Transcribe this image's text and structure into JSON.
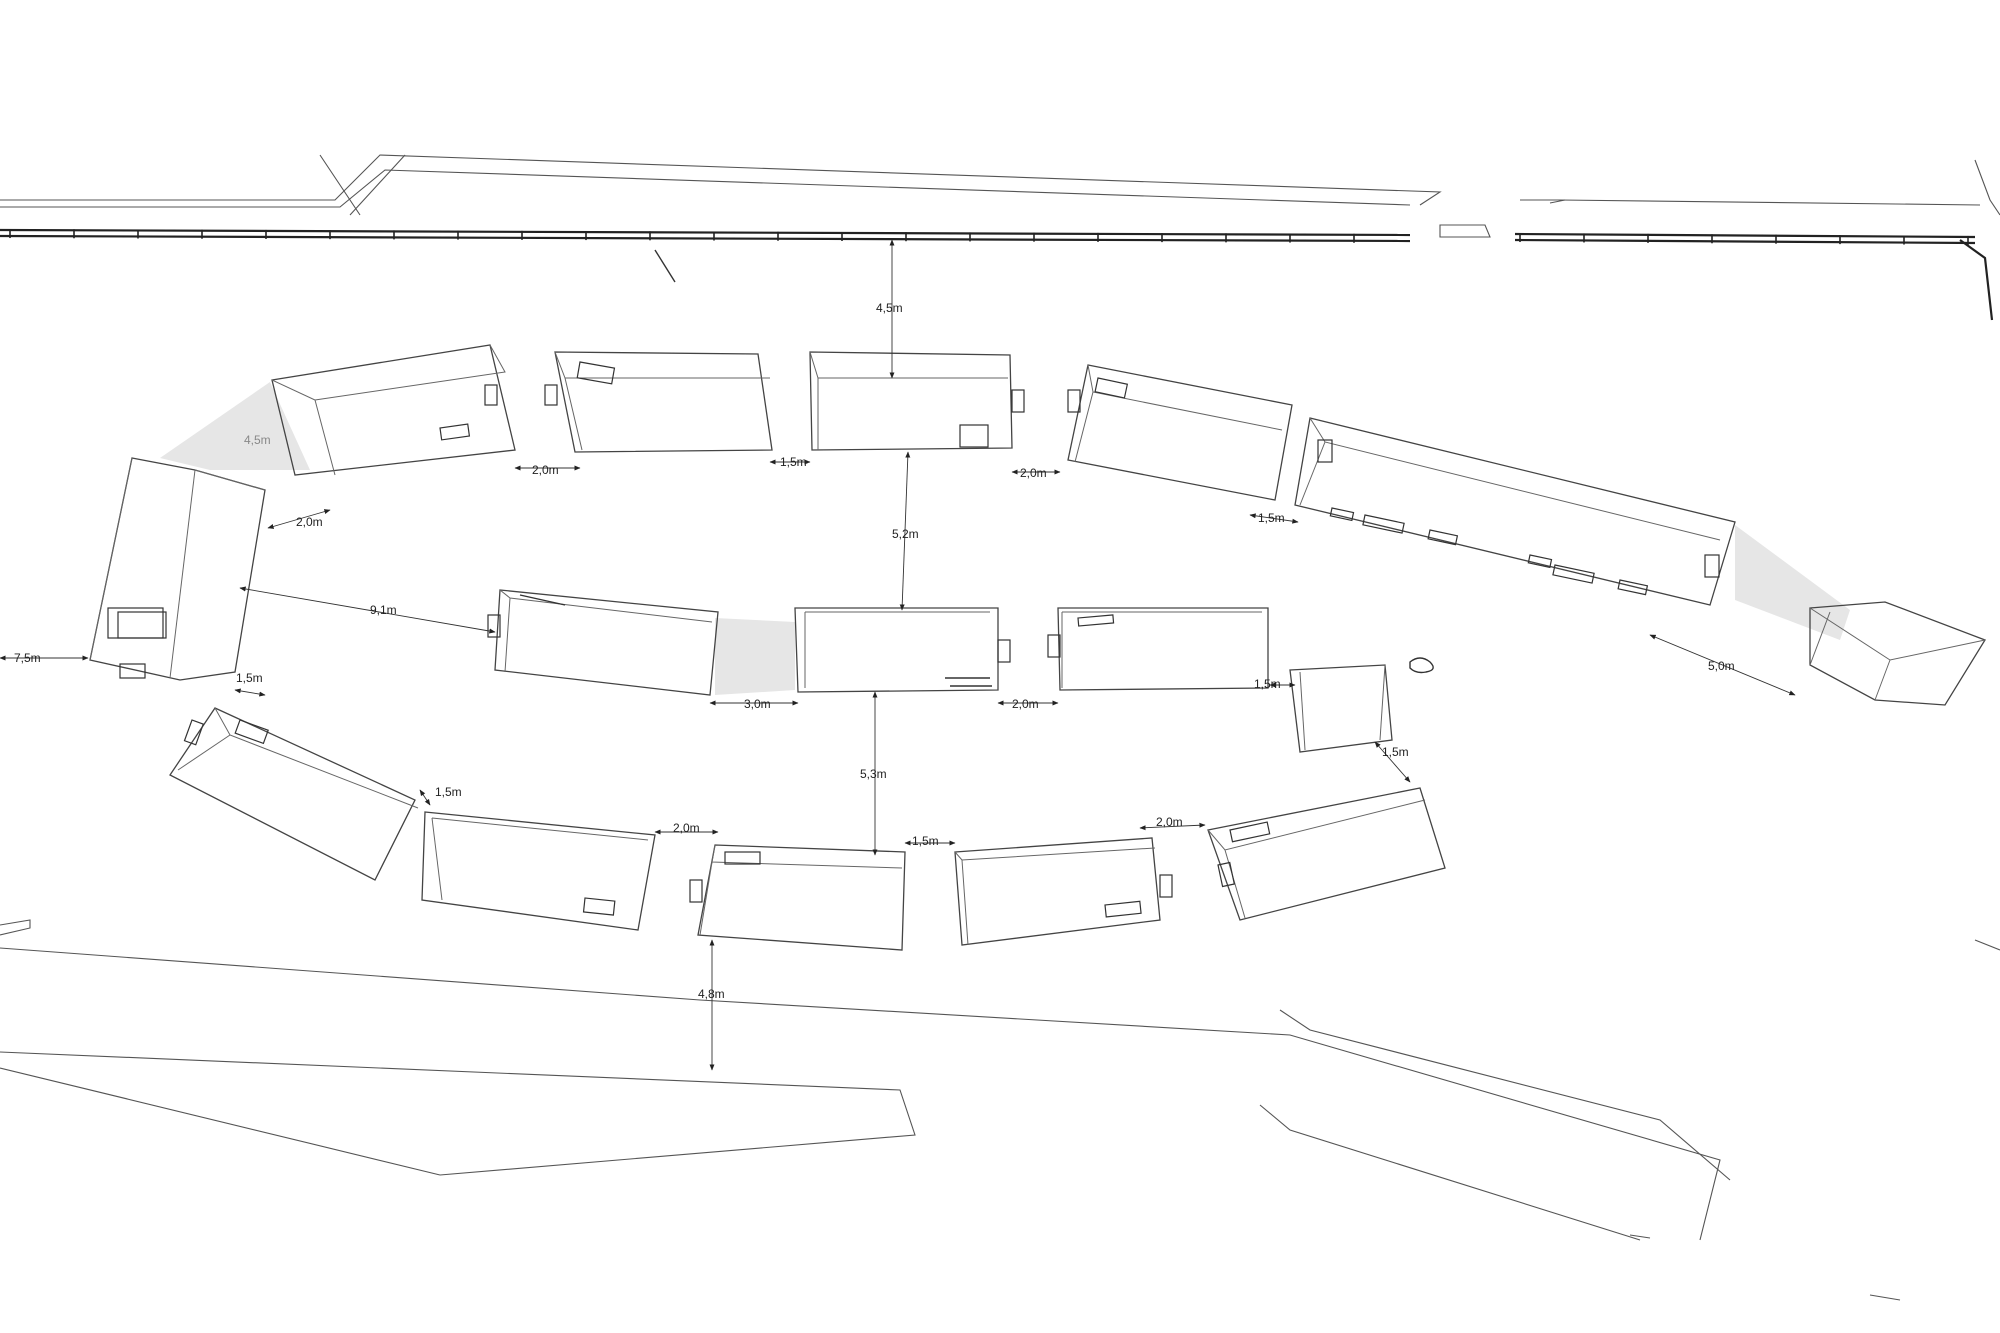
{
  "dimensions": {
    "fence_to_top_row": "4,5m",
    "corner_tunnel": "4,5m",
    "left_gap_top": "2,0m",
    "gap_top_1": "2,0m",
    "gap_top_2": "1,5m",
    "gap_top_3": "2,0m",
    "gap_top_4": "1,5m",
    "top_to_middle": "5,2m",
    "left_to_middle": "9,1m",
    "left_edge": "7,5m",
    "middle_gap_1": "3,0m",
    "middle_gap_2": "2,0m",
    "middle_gap_3": "1,5m",
    "right_tunnel": "5,0m",
    "right_small_gap": "1,5m",
    "left_bottom_gap": "1,5m",
    "middle_to_bottom": "5,3m",
    "gap_bottom_1": "1,5m",
    "gap_bottom_2": "2,0m",
    "gap_bottom_3": "1,5m",
    "gap_bottom_4": "2,0m",
    "bottom_to_road": "4,8m"
  }
}
